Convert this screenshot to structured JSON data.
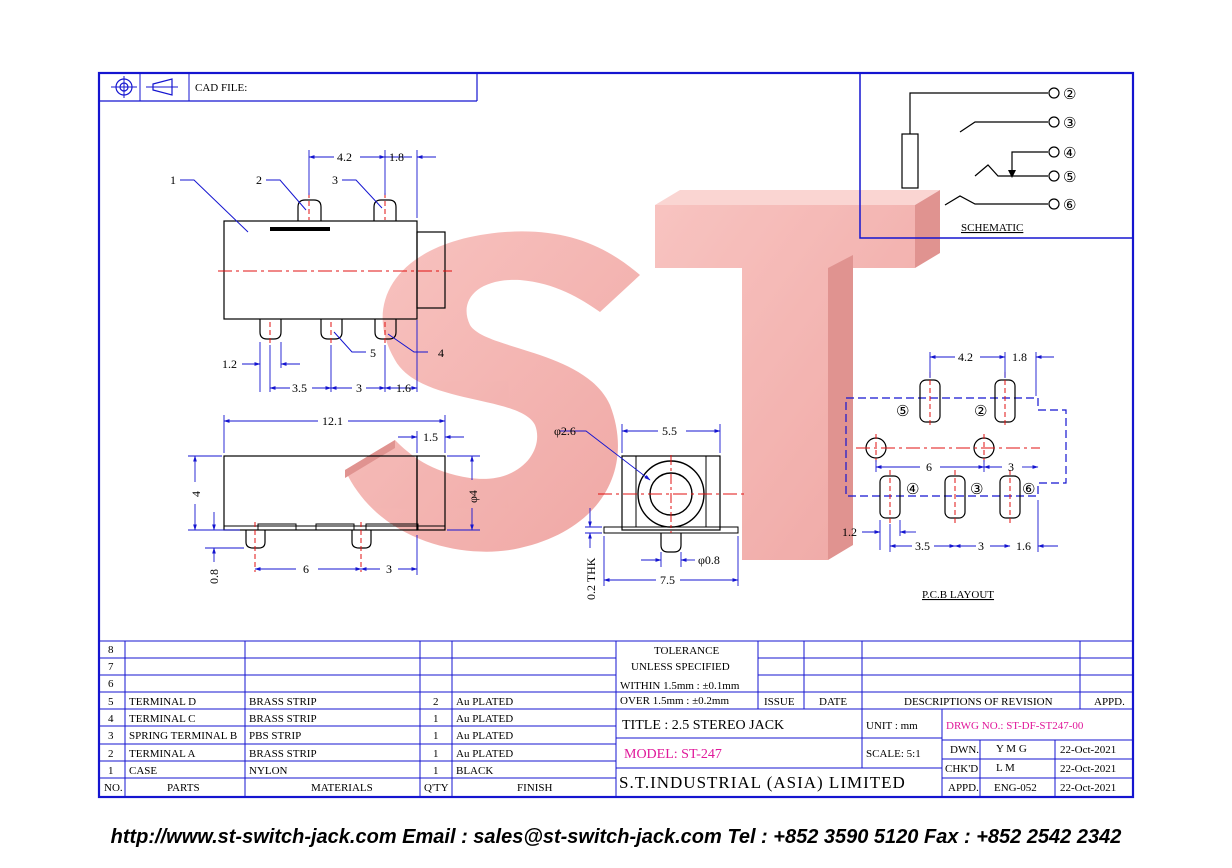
{
  "header": {
    "cad_label": "CAD FILE:"
  },
  "schematic": {
    "label": "SCHEMATIC",
    "pins": [
      "②",
      "③",
      "④",
      "⑤",
      "⑥"
    ]
  },
  "side_view": {
    "labels": [
      "1",
      "2",
      "3",
      "4",
      "5"
    ],
    "dims": {
      "d42": "4.2",
      "d18": "1.8",
      "d12": "1.2",
      "d35": "3.5",
      "d3": "3",
      "d16": "1.6"
    }
  },
  "bottom_view": {
    "dims": {
      "d121": "12.1",
      "d15": "1.5",
      "d4": "4",
      "dphi4": "φ4",
      "d08": "0.8",
      "d6": "6",
      "d3": "3"
    }
  },
  "front_view": {
    "dims": {
      "phi26": "φ2.6",
      "d55": "5.5",
      "thk": "0.2 THK",
      "phi08": "φ0.8",
      "d75": "7.5"
    }
  },
  "pcb": {
    "label": "P.C.B LAYOUT",
    "pins": [
      "⑤",
      "②",
      "④",
      "③",
      "⑥"
    ],
    "dims": {
      "d42": "4.2",
      "d18": "1.8",
      "d6": "6",
      "d3": "3",
      "d12": "1.2",
      "d35": "3.5",
      "d3b": "3",
      "d16": "1.6"
    }
  },
  "bom": {
    "empty_rows": [
      "8",
      "7",
      "6"
    ],
    "rows": [
      {
        "no": "5",
        "part": "TERMINAL D",
        "material": "BRASS STRIP",
        "qty": "2",
        "finish": "Au PLATED"
      },
      {
        "no": "4",
        "part": "TERMINAL C",
        "material": "BRASS STRIP",
        "qty": "1",
        "finish": "Au PLATED"
      },
      {
        "no": "3",
        "part": "SPRING TERMINAL B",
        "material": "PBS STRIP",
        "qty": "1",
        "finish": "Au PLATED"
      },
      {
        "no": "2",
        "part": "TERMINAL A",
        "material": "BRASS STRIP",
        "qty": "1",
        "finish": "Au PLATED"
      },
      {
        "no": "1",
        "part": "CASE",
        "material": "NYLON",
        "qty": "1",
        "finish": "BLACK"
      }
    ],
    "headers": {
      "no": "NO.",
      "parts": "PARTS",
      "materials": "MATERIALS",
      "qty": "Q'TY",
      "finish": "FINISH"
    }
  },
  "tolerance": {
    "line1": "TOLERANCE",
    "line2": "UNLESS   SPECIFIED",
    "line3": "WITHIN  1.5mm : ±0.1mm",
    "line4": "OVER   1.5mm : ±0.2mm"
  },
  "revision": {
    "issue": "ISSUE",
    "date": "DATE",
    "desc": "DESCRIPTIONS OF REVISION",
    "appd": "APPD."
  },
  "title_block": {
    "title": "TITLE : 2.5 STEREO JACK",
    "model": "MODEL: ST-247",
    "company": "S.T.INDUSTRIAL  (ASIA)  LIMITED",
    "unit_label": "UNIT :  mm",
    "scale_label": "SCALE:  5:1",
    "drawing_no": "DRWG NO.: ST-DF-ST247-00",
    "dwn_label": "DWN.",
    "dwn_value": "Y M G",
    "dwn_date": "22-Oct-2021",
    "chkd_label": "CHK'D",
    "chkd_value": "L M",
    "chkd_date": "22-Oct-2021",
    "appd_label": "APPD.",
    "appd_value": "ENG-052",
    "appd_date": "22-Oct-2021"
  },
  "watermark": {
    "text": "ST"
  },
  "footer": {
    "text": "http://www.st-switch-jack.com  Email : sales@st-switch-jack.com  Tel : +852 3590 5120  Fax : +852 2542 2342"
  },
  "colors": {
    "frame": "#1515d0",
    "centerline": "#e01010",
    "watermark": "#f08a8a",
    "magenta": "#e0189a"
  }
}
